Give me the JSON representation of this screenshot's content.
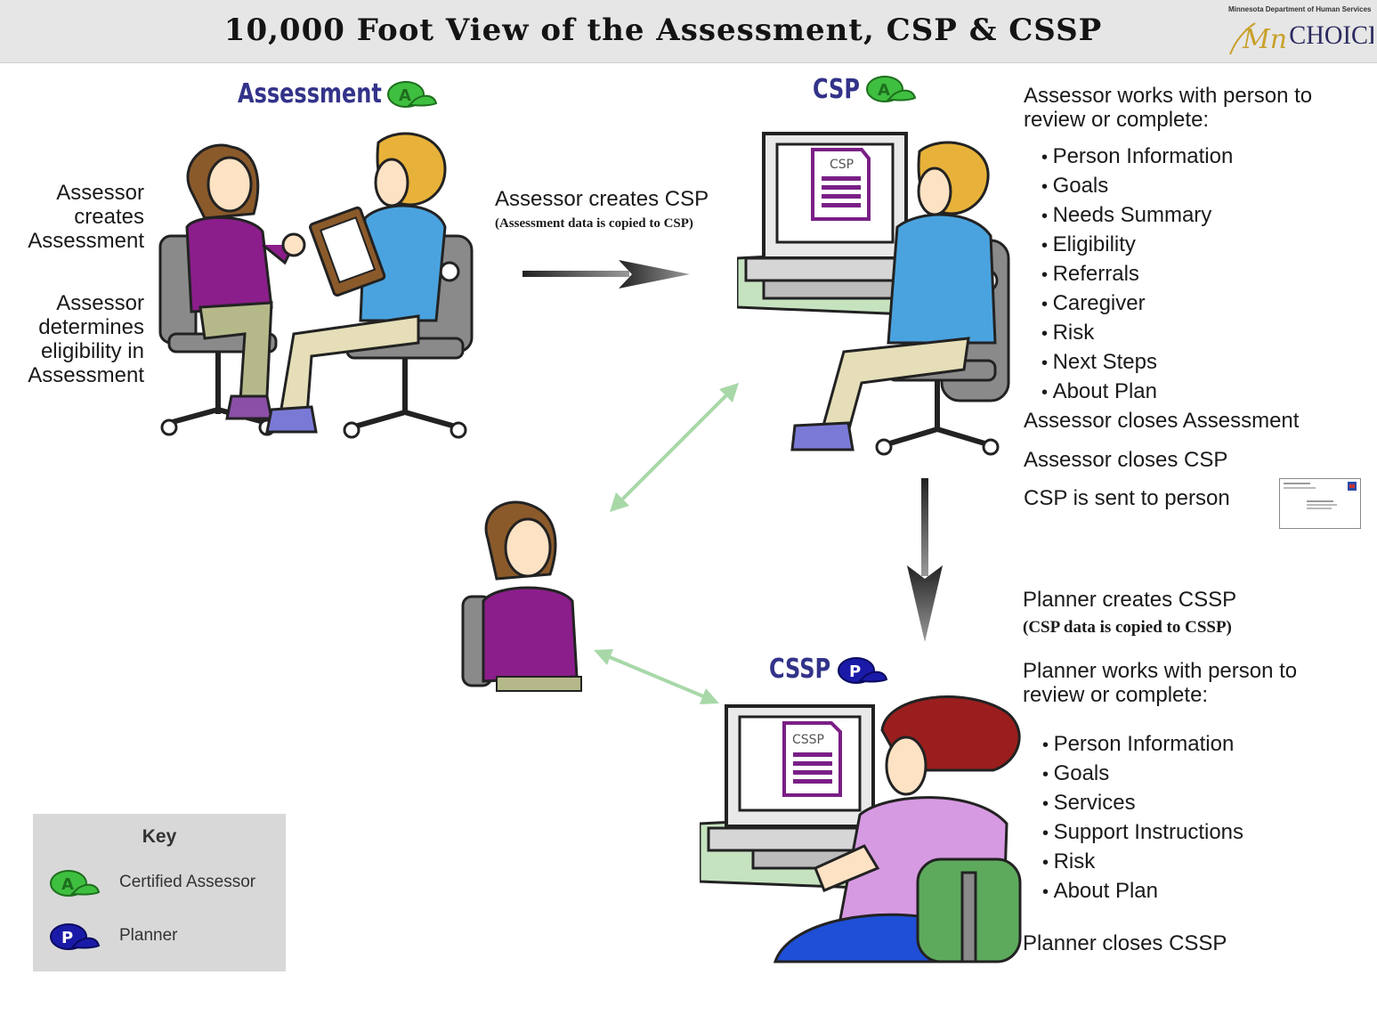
{
  "header": {
    "title": "10,000 Foot View of the Assessment, CSP & CSSP",
    "dept": "Minnesota Department of Human Services",
    "logo_mn": "Mn",
    "logo_choices": "CHOICES"
  },
  "headings": {
    "assessment": "Assessment",
    "csp": "CSP",
    "cssp": "CSSP"
  },
  "hat_letters": {
    "assessor": "A",
    "planner": "P"
  },
  "doc_labels": {
    "csp": "CSP",
    "cssp": "CSSP"
  },
  "left_notes": {
    "creates": [
      "Assessor",
      "creates",
      "Assessment"
    ],
    "determines": [
      "Assessor",
      "determines",
      "eligibility in",
      "Assessment"
    ]
  },
  "flow": {
    "creates_csp": "Assessor creates CSP",
    "creates_csp_note": "(Assessment data is copied to CSP)"
  },
  "csp_panel": {
    "intro": [
      "Assessor works with person to",
      "review or complete:"
    ],
    "items": [
      "Person Information",
      "Goals",
      "Needs Summary",
      "Eligibility",
      "Referrals",
      "Caregiver",
      "Risk",
      "Next Steps",
      "About Plan"
    ],
    "closes_assessment": "Assessor closes Assessment",
    "closes_csp": "Assessor closes CSP",
    "sent": "CSP is sent to person"
  },
  "cssp_panel": {
    "creates": "Planner creates CSSP",
    "creates_note": "(CSP data is copied to CSSP)",
    "intro": [
      "Planner works with person to",
      "review or complete:"
    ],
    "items": [
      "Person Information",
      "Goals",
      "Services",
      "Support Instructions",
      "Risk",
      "About Plan"
    ],
    "closes": "Planner closes CSSP"
  },
  "key": {
    "title": "Key",
    "assessor_label": "Certified Assessor",
    "planner_label": "Planner"
  },
  "colors": {
    "heading": "#33338a",
    "assessor_hat": "#3fbf3f",
    "planner_hat": "#1a1aa8",
    "doc_purple": "#7a1f86",
    "connector": "#a8d8a8",
    "person_purple": "#8b1e8b",
    "person_blue": "#4aa3df"
  }
}
